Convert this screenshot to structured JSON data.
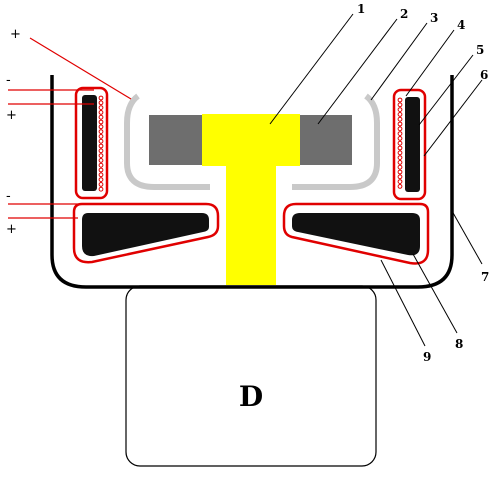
{
  "diagram": {
    "box_label": "D",
    "callouts": [
      "1",
      "2",
      "3",
      "4",
      "5",
      "6",
      "7",
      "8",
      "9"
    ],
    "signs": {
      "top_lead": "+",
      "upper_coil_minus": "-",
      "upper_coil_plus": "+",
      "lower_coil_minus": "-",
      "lower_coil_plus": "+"
    }
  },
  "colors": {
    "outline": "#000000",
    "coil_border": "#e00000",
    "coil_fill": "#111111",
    "core_yellow": "#ffff00",
    "gray_block": "#6e6e6e",
    "cup": "#c9c9c9",
    "pointer_line_red": "#e00000"
  }
}
